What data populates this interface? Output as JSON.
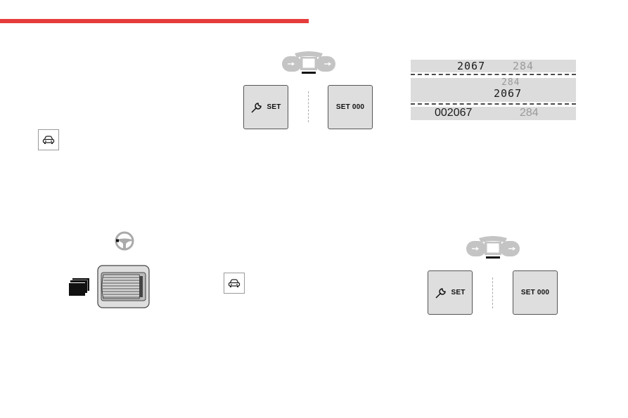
{
  "colors": {
    "accent": "#e63c3c",
    "key_fill": "#dedede",
    "display_bg": "#dcdcdc",
    "digit_dark": "#1a1a1a",
    "digit_light": "#9a9a9a"
  },
  "keys": {
    "set_label": "SET",
    "set_reset_label": "SET 000"
  },
  "display": {
    "row1_main": "2067",
    "row1_secondary": "284",
    "row2_secondary": "284",
    "row2_main": "2067",
    "row3_main": "002067",
    "row3_secondary": "284"
  },
  "icons": {
    "car": "car-icon",
    "wrench": "wrench-icon",
    "steering_wheel": "steering-wheel-icon",
    "thumbwheel": "thumbwheel-control",
    "screens": "stacked-screens-icon",
    "cluster": "instrument-cluster-icon"
  }
}
